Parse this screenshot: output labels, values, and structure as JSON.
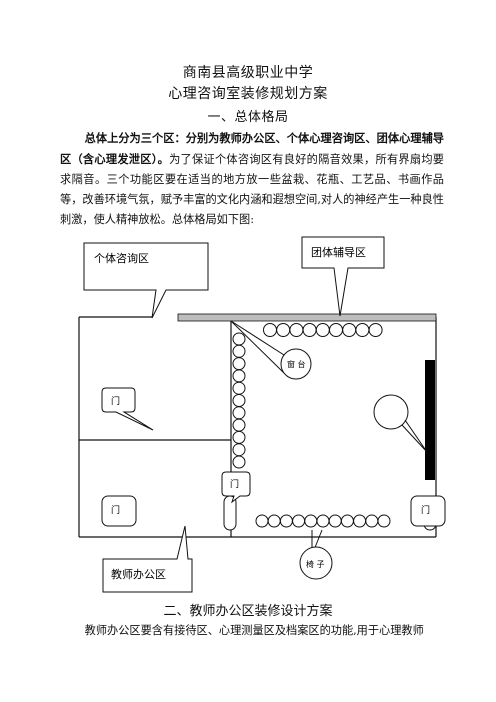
{
  "header": {
    "school": "商南县高级职业中学",
    "doc_title": "心理咨询室装修规划方案",
    "section1": "一、总体格局"
  },
  "intro": {
    "bold_lead": "总体上分为三个区：分别为教师办公区、个体心理咨询区、团体心理辅导区（含心理发泄区）。",
    "body": "为了保证个体咨询区有良好的隔音效果，所有界扇均要求隔音。三个功能区要在适当的地方放一些盆栽、花瓶、工艺品、书画作品等，改善环境气氛，赋予丰富的文化内涵和遐想空间,对人的神经产生一种良性刺激，使人精神放松。总体格局如下图:"
  },
  "floorplan": {
    "individual_area": "个体咨询区",
    "group_area": "团体辅导区",
    "teacher_area": "教师办公区",
    "window": "窗 台",
    "chairs": "椅 子",
    "door": "门"
  },
  "section2": {
    "title": "二、教师办公区装修设计方案",
    "text": "教师办公区要含有接待区、心理测量区及档案区的功能,用于心理教师"
  }
}
